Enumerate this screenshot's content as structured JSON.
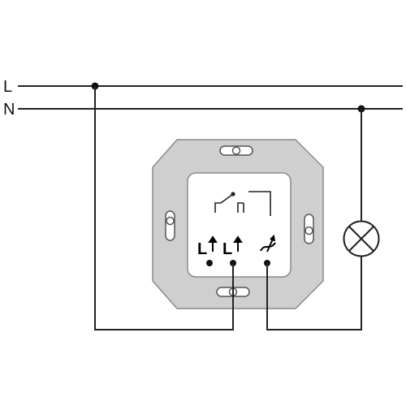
{
  "lines": {
    "l_label": "L",
    "n_label": "N"
  },
  "switch": {
    "terminal_l1": "L",
    "terminal_l2": "L",
    "terminal_load_icon": "lamp-arrow-icon"
  },
  "lamp": {
    "icon": "lamp-cross-icon"
  },
  "colors": {
    "wire": "#222222",
    "plate_fill": "#cfcfcf",
    "plate_stroke": "#8a8a8a",
    "inner_fill": "#ffffff"
  }
}
